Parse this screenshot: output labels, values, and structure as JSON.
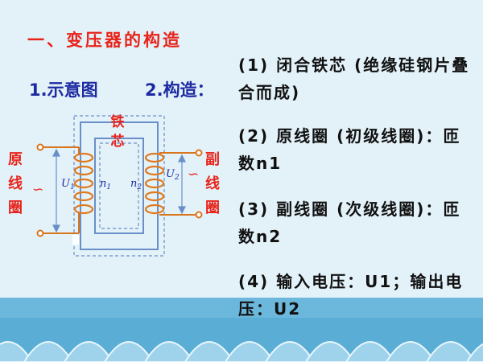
{
  "slide": {
    "title": "一、变压器的构造",
    "sub1": "1.示意图",
    "sub2": "2.构造：",
    "items": [
      "(1) 闭合铁芯 (绝缘硅钢片叠合而成)",
      "(2) 原线圈 (初级线圈)：匝数n1",
      "(3) 副线圈 (次级线圈)：匝数n2",
      "(4) 输入电压：U1；输出电压：U2"
    ]
  },
  "diagram": {
    "core_label": "铁芯",
    "left_label": "原线圈",
    "right_label": "副线圈",
    "u1": "U",
    "u1_sub": "1",
    "u2": "U",
    "u2_sub": "2",
    "n1": "n",
    "n1_sub": "1",
    "n2": "n",
    "n2_sub": "2",
    "ac_symbol": "∽"
  },
  "colors": {
    "title_red": "#e8231a",
    "subtitle_blue": "#1d2aa0",
    "coil_orange": "#e07a1e",
    "core_blue": "#6a8fc8",
    "wave_blue": "#6cb8dc"
  }
}
